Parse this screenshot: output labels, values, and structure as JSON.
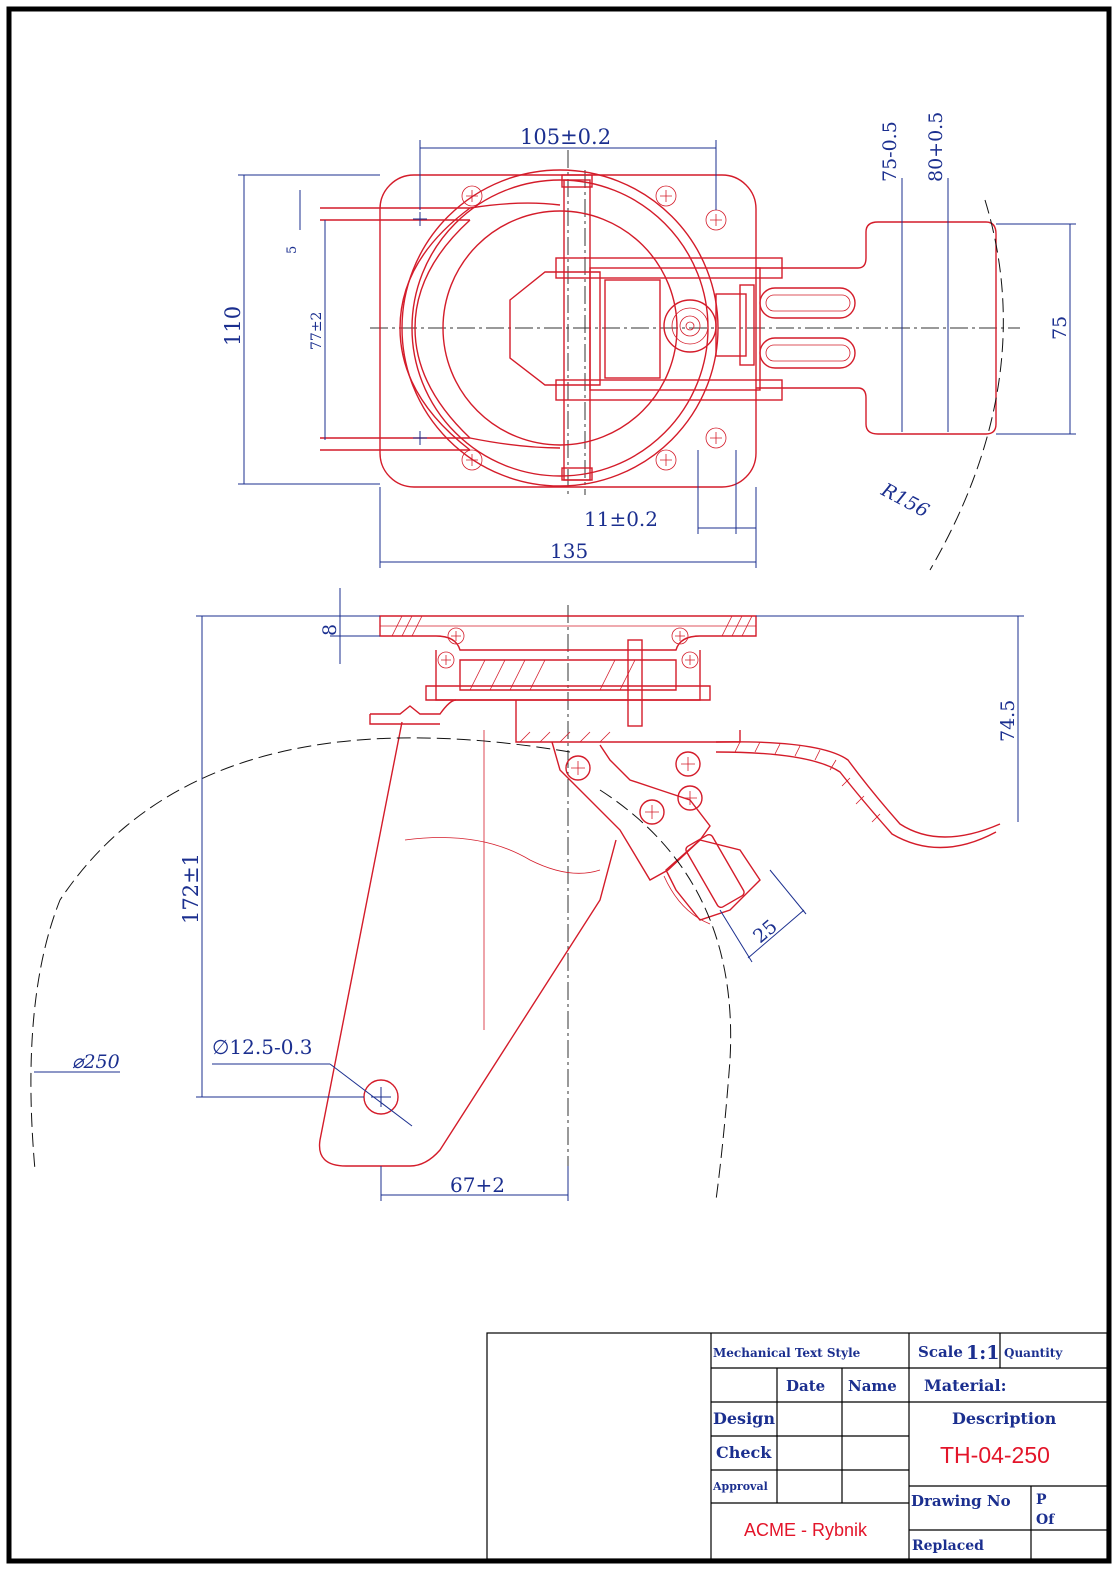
{
  "dimensions": {
    "top_width": "105±0.2",
    "height_75_05": "75-0.5",
    "height_80_05": "80+0.5",
    "left_height": "110",
    "small_5": "5",
    "inner_77": "77±2",
    "right_75": "75",
    "radius": "R156",
    "offset_11": "11±0.2",
    "base_width": "135",
    "plate_8": "8",
    "height_745": "74.5",
    "overall_172": "172±1",
    "lever_25": "25",
    "hole": "∅12.5-0.3",
    "wheel": "⌀250",
    "axle_offset": "67+2"
  },
  "title_block": {
    "text_style": "Mechanical Text Style",
    "scale_label": "Scale",
    "scale_value": "1:1",
    "quantity": "Quantity",
    "date": "Date",
    "name": "Name",
    "material": "Material:",
    "design": "Design",
    "check": "Check",
    "approval": "Approval",
    "description": "Description",
    "part_no": "TH-04-250",
    "company": "ACME - Rybnik",
    "drawing_no": "Drawing No",
    "p": "P",
    "of": "Of",
    "replaced": "Replaced"
  },
  "colors": {
    "dimension": "#1b2f8f",
    "part": "#d41c2a",
    "accent_red": "#e3152a"
  }
}
